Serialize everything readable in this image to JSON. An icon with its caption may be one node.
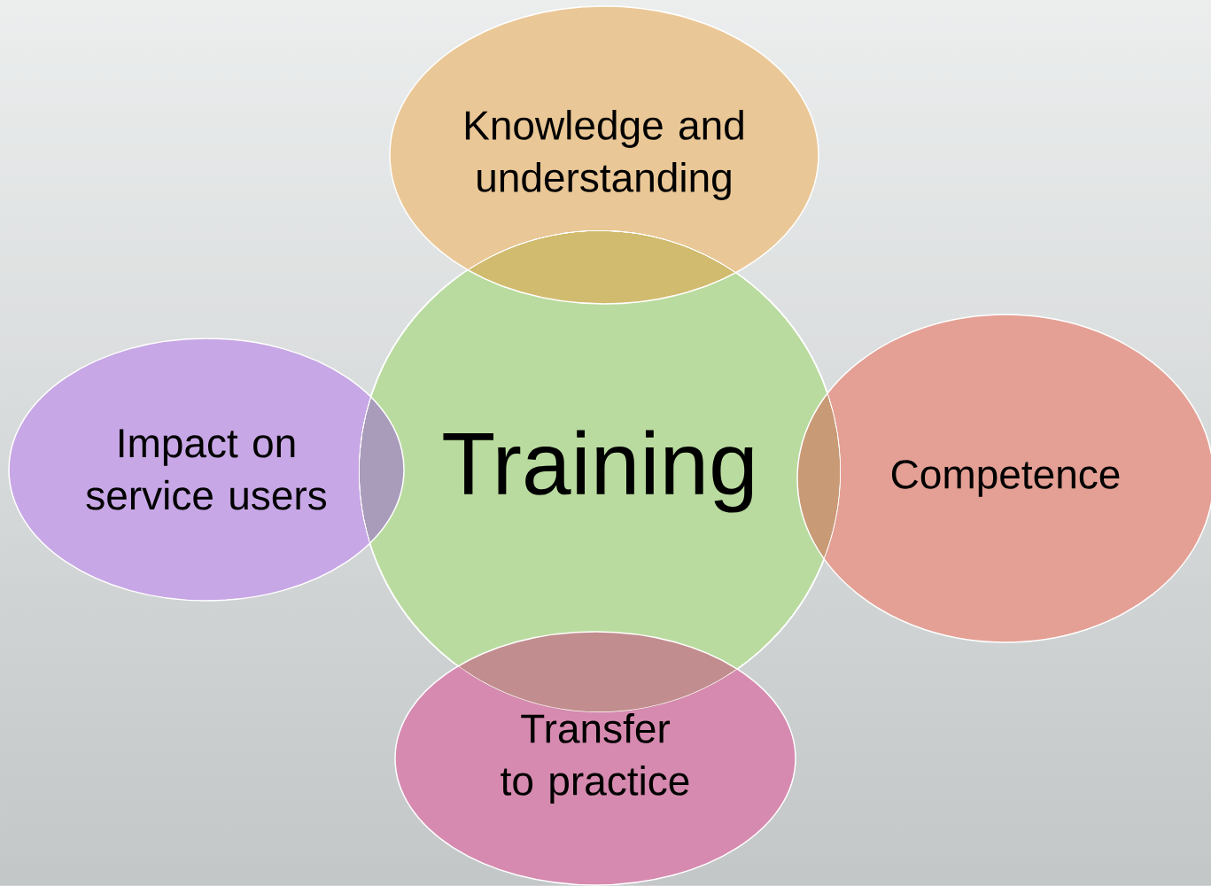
{
  "diagram": {
    "nodes": [
      {
        "text": [
          "Knowledge and understanding"
        ]
      },
      {
        "text": [
          "Impact on service users"
        ]
      },
      {
        "text": [
          "Training"
        ]
      },
      {
        "text": [
          "Competence"
        ]
      },
      {
        "text": [
          "Transfer to practice"
        ]
      }
    ]
  }
}
